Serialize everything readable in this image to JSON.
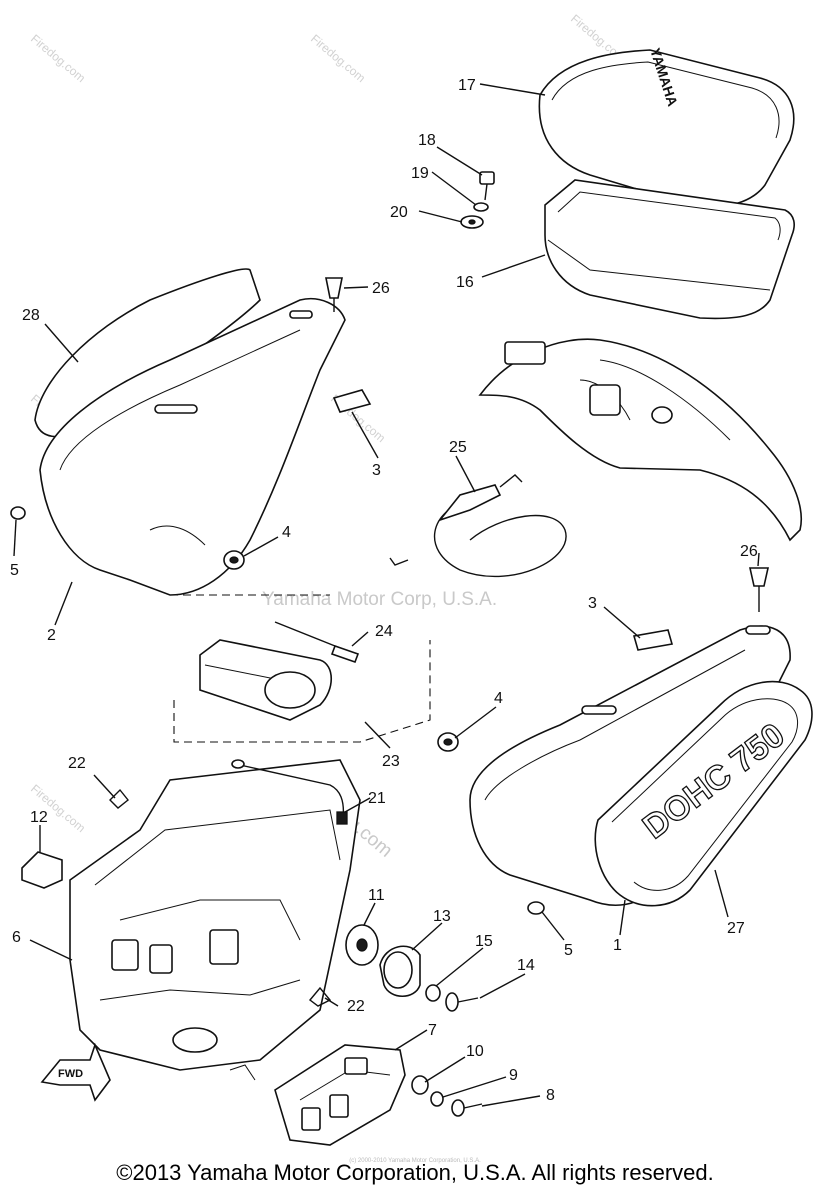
{
  "watermarks": {
    "site": "Firedog.com",
    "center": "Yamaha Motor Corp, U.S.A."
  },
  "callouts": [
    "17",
    "18",
    "19",
    "20",
    "16",
    "28",
    "26",
    "3",
    "4",
    "5",
    "2",
    "25",
    "26",
    "3",
    "24",
    "23",
    "4",
    "22",
    "21",
    "12",
    "11",
    "13",
    "15",
    "14",
    "6",
    "22",
    "7",
    "10",
    "9",
    "8",
    "5",
    "1",
    "27"
  ],
  "emblem_text": "DOHC 750",
  "brand_text": "YAMAHA",
  "fwd_text": "FWD",
  "tiny_line": "(c) 2000-2010 Yamaha Motor Corporation, U.S.A.",
  "copyright": "©2013 Yamaha Motor Corporation, U.S.A. All rights reserved."
}
